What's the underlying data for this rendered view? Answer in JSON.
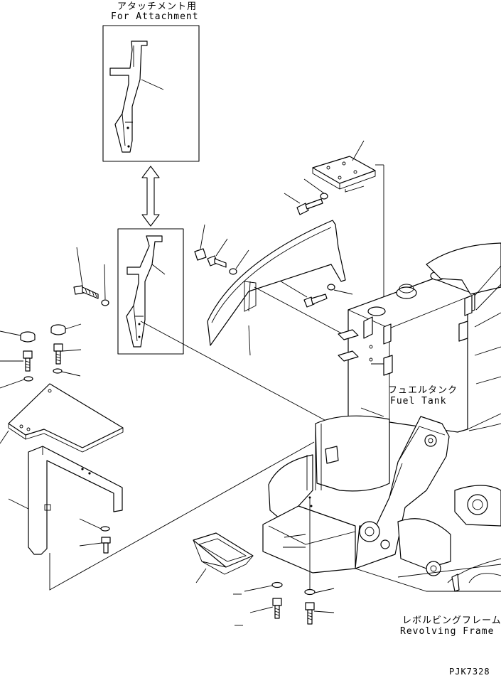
{
  "labels": {
    "attachment_jp": "アタッチメント用",
    "attachment_en": "For Attachment",
    "fuel_tank_jp": "フュエルタンク",
    "fuel_tank_en": "Fuel Tank",
    "revolving_frame_jp": "レボルビングフレーム",
    "revolving_frame_en": "Revolving Frame",
    "drawing_code": "PJK7328"
  }
}
